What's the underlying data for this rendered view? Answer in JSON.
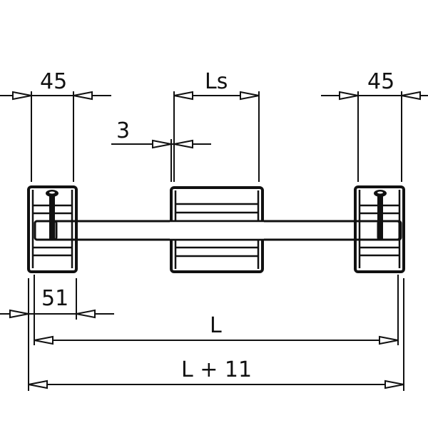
{
  "drawing": {
    "type": "technical-dimension-drawing",
    "subject": "shaft with two end clamp blocks and one central sliding block",
    "colors": {
      "line": "#111111",
      "background": "#ffffff"
    },
    "dimensions": {
      "left_block_width": "45",
      "right_block_width": "45",
      "center_block_width": "Ls",
      "gap": "3",
      "left_offset": "51",
      "length": "L",
      "overall_length": "L + 11"
    },
    "parts": [
      {
        "name": "left-end-block",
        "has_screw": true
      },
      {
        "name": "center-block",
        "has_screw": false
      },
      {
        "name": "right-end-block",
        "has_screw": true
      },
      {
        "name": "shaft"
      }
    ]
  }
}
